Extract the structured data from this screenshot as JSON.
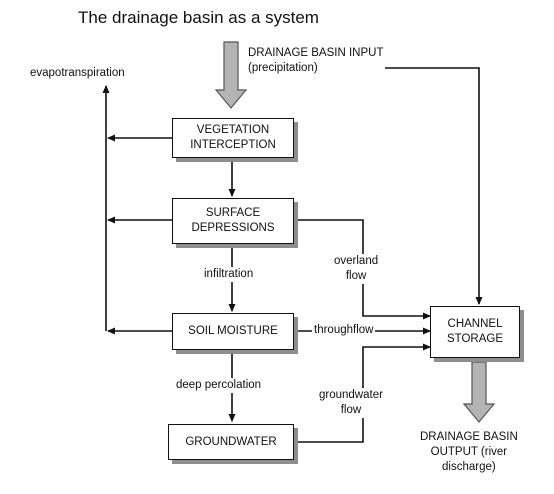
{
  "title": "The drainage basin as a system",
  "input": {
    "line1": "DRAINAGE BASIN INPUT",
    "line2": "(precipitation)"
  },
  "output": {
    "line1": "DRAINAGE BASIN",
    "line2": "OUTPUT (river",
    "line3": "discharge)"
  },
  "boxes": {
    "vegetation": {
      "line1": "VEGETATION",
      "line2": "INTERCEPTION"
    },
    "surface": {
      "line1": "SURFACE",
      "line2": "DEPRESSIONS"
    },
    "soil": {
      "line1": "SOIL MOISTURE"
    },
    "groundwater": {
      "line1": "GROUNDWATER"
    },
    "channel": {
      "line1": "CHANNEL",
      "line2": "STORAGE"
    }
  },
  "flows": {
    "evapotranspiration": "evapotranspiration",
    "infiltration": "infiltration",
    "deep_percolation": "deep percolation",
    "overland": {
      "line1": "overland",
      "line2": "flow"
    },
    "throughflow": "throughflow",
    "groundwater_flow": {
      "line1": "groundwater",
      "line2": "flow"
    }
  },
  "colors": {
    "line": "#111111",
    "shadow": "#8e8e8e",
    "big_arrow_fill": "#b4b4b4"
  }
}
